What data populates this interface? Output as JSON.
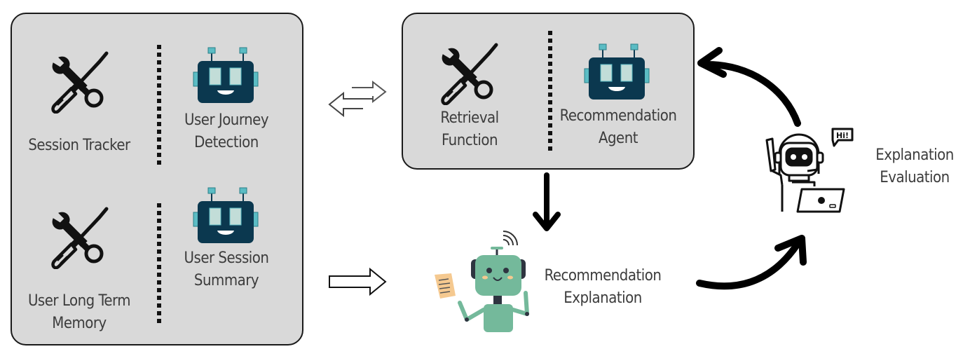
{
  "diagram": {
    "left_panel": {
      "top_row": {
        "tool": {
          "label_lines": [
            "Session Tracker"
          ],
          "icon": "tools-icon"
        },
        "agent": {
          "label_lines": [
            "User Journey",
            "Detection"
          ],
          "icon": "robot-icon"
        }
      },
      "bottom_row": {
        "tool": {
          "label_lines": [
            "User Long Term",
            "Memory"
          ],
          "icon": "tools-icon"
        },
        "agent": {
          "label_lines": [
            "User Session",
            "Summary"
          ],
          "icon": "robot-icon"
        }
      }
    },
    "right_panel": {
      "tool": {
        "label_lines": [
          "Retrieval",
          "Function"
        ],
        "icon": "tools-icon"
      },
      "agent": {
        "label_lines": [
          "Recommendation",
          "Agent"
        ],
        "icon": "robot-icon"
      }
    },
    "explanation": {
      "label_lines": [
        "Recommendation",
        "Explanation"
      ],
      "icon": "green-robot-icon"
    },
    "evaluation": {
      "label_lines": [
        "Explanation",
        "Evaluation"
      ],
      "icon": "headset-robot-icon",
      "speech": "Hi!"
    },
    "connectors": [
      {
        "from": "left_panel_top",
        "to": "right_panel",
        "type": "bidirectional-hollow-arrow"
      },
      {
        "from": "left_panel_bottom",
        "to": "explanation",
        "type": "hollow-right-arrow"
      },
      {
        "from": "right_panel",
        "to": "explanation",
        "type": "down-arrow"
      },
      {
        "from": "explanation",
        "to": "evaluation",
        "type": "curved-arrow"
      },
      {
        "from": "evaluation",
        "to": "right_panel",
        "type": "curved-arrow"
      }
    ],
    "colors": {
      "panel_fill": "#d9d9d9",
      "robot_body": "#0b384f",
      "robot_accent": "#5bbcc4",
      "robot_eye": "#c2ddd8",
      "green_robot": "#74b99b",
      "note_paper": "#f5c990"
    }
  }
}
